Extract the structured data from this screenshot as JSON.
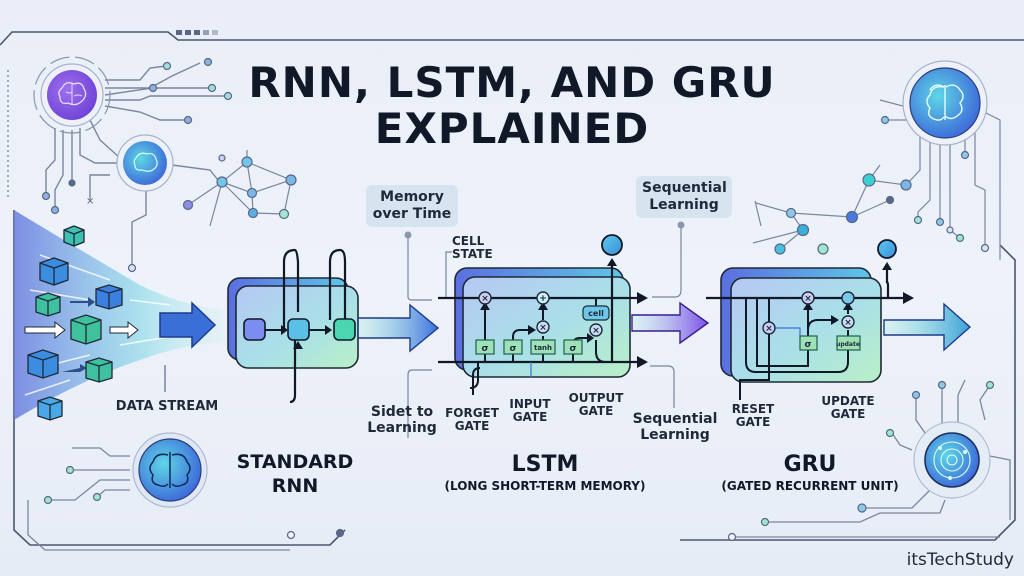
{
  "title": {
    "line1": "RNN, LSTM, AND GRU",
    "line2": "EXPLAINED"
  },
  "labels": {
    "data_stream": "DATA STREAM",
    "memory_over_time": "Memory over Time",
    "sequential_learning_top": "Sequential Learning",
    "cell_state": "CELL STATE",
    "sidet_to_learning": "Sidet to Learning",
    "forget_gate": "FORGET GATE",
    "input_gate": "INPUT GATE",
    "output_gate": "OUTPUT GATE",
    "sequential_learning_bottom": "Sequential Learning",
    "reset_gate": "RESET GATE",
    "update_gate": "UPDATE GATE"
  },
  "sections": [
    {
      "name": "STANDARD",
      "name2": "RNN",
      "subtitle": ""
    },
    {
      "name": "LSTM",
      "subtitle": "(LONG SHORT-TERM MEMORY)"
    },
    {
      "name": "GRU",
      "subtitle": "(GATED RECURRENT UNIT)"
    }
  ],
  "lstm_cell": {
    "ops": [
      "×",
      "+",
      "×",
      "×"
    ],
    "gates": [
      "σ",
      "σ",
      "tanh",
      "σ"
    ],
    "cell_tag": "cell"
  },
  "gru_cell": {
    "ops": [
      "×",
      "×",
      "×"
    ],
    "gates": [
      "σ",
      "update"
    ]
  },
  "icons": [
    "brain-icon",
    "brain-icon",
    "brain-icon",
    "brain-icon",
    "orbit-icon"
  ],
  "watermark": "itsTechStudy",
  "colors": {
    "ink": "#111827",
    "blue": "#3b6fd8",
    "teal": "#3fc1b0",
    "purple": "#7b5ce6",
    "green_gate": "#9ee0b8"
  }
}
